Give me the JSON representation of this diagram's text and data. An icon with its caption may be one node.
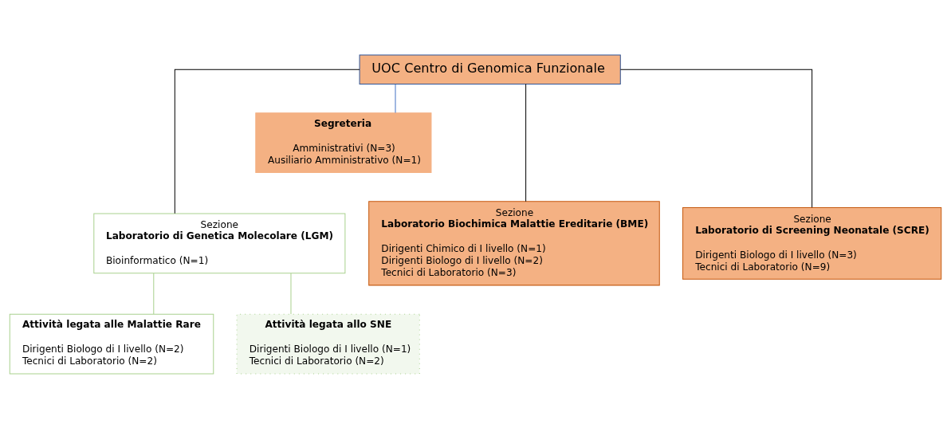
{
  "diagram": {
    "nodes": [
      {
        "text": [
          "UOC Centro di Genomica Funzionale"
        ]
      },
      {
        "text": [
          "Segreteria",
          "Amministrativi (N=3)",
          "Ausiliario Amministrativo (N=1)"
        ]
      },
      {
        "text": [
          "Sezione",
          "Laboratorio di Genetica Molecolare (LGM)",
          "Bioinformatico (N=1)"
        ]
      },
      {
        "text": [
          "Sezione",
          "Laboratorio Biochimica Malattie Ereditarie (BME)",
          "Dirigenti Chimico di I livello (N=1)",
          "Dirigenti Biologo di I livello (N=2)",
          "Tecnici di Laboratorio (N=3)"
        ]
      },
      {
        "text": [
          "Sezione",
          "Laboratorio di Screening Neonatale (SCRE)",
          "Dirigenti Biologo di I livello (N=3)",
          "Tecnici di Laboratorio (N=9)"
        ]
      },
      {
        "text": [
          "Attività legata alle Malattie Rare",
          "Dirigenti Biologo di I livello (N=2)",
          "Tecnici di Laboratorio (N=2)"
        ]
      },
      {
        "text": [
          "Attività legata allo SNE",
          "Dirigenti Biologo di I livello (N=1)",
          "Tecnici di Laboratorio (N=2)"
        ]
      }
    ],
    "edges": [
      {
        "from": 0,
        "to": 1,
        "arrow": "none",
        "color": "#4472c4"
      },
      {
        "from": 0,
        "to": 2,
        "arrow": "none"
      },
      {
        "from": 0,
        "to": 3,
        "arrow": "none"
      },
      {
        "from": 0,
        "to": 4,
        "arrow": "none"
      },
      {
        "from": 2,
        "to": 5,
        "arrow": "none",
        "color": "#a9d18e"
      },
      {
        "from": 2,
        "to": 6,
        "arrow": "none",
        "color": "#a9d18e"
      }
    ]
  }
}
